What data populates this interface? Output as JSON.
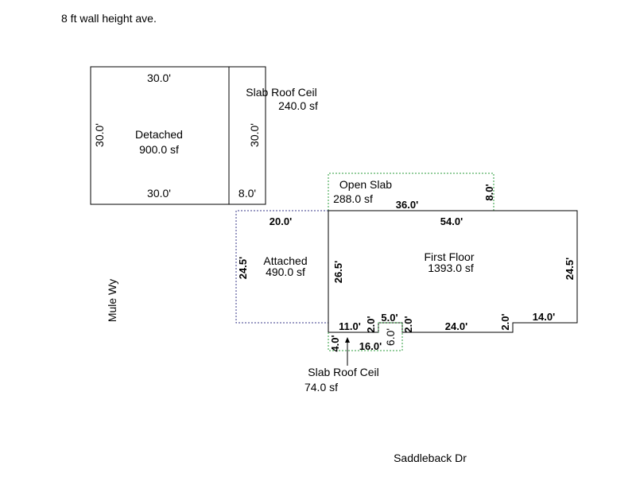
{
  "note": "8 ft wall height ave.",
  "areas": {
    "detached": {
      "name": "Detached",
      "area": "900.0 sf"
    },
    "slab_roof_top": {
      "name": "Slab Roof Ceil",
      "area": "240.0 sf"
    },
    "open_slab": {
      "name": "Open Slab",
      "area": "288.0 sf"
    },
    "attached": {
      "name": "Attached",
      "area": "490.0 sf"
    },
    "first_floor": {
      "name": "First Floor",
      "area": "1393.0 sf"
    },
    "slab_roof_bottom": {
      "name": "Slab Roof Ceil",
      "area": "74.0 sf"
    }
  },
  "dims": {
    "det_top": "30.0'",
    "det_bottom": "30.0'",
    "det_left": "30.0'",
    "slab_side": "30.0'",
    "slab_bottom": "8.0'",
    "open_top": "36.0'",
    "open_side": "8.0'",
    "att_top": "20.0'",
    "att_side": "24.5'",
    "ff_top": "54.0'",
    "ff_left": "26.5'",
    "ff_right": "24.5'",
    "b1": "11.0'",
    "b2": "2.0'",
    "b3": "5.0'",
    "b4": "2.0'",
    "b5": "24.0'",
    "b6": "2.0'",
    "b7": "14.0'",
    "sr_side": "4.0'",
    "sr_bottom": "16.0'",
    "sr_inner": "6.0'"
  },
  "streets": {
    "west": "Mule Wy",
    "south": "Saddleback Dr"
  }
}
